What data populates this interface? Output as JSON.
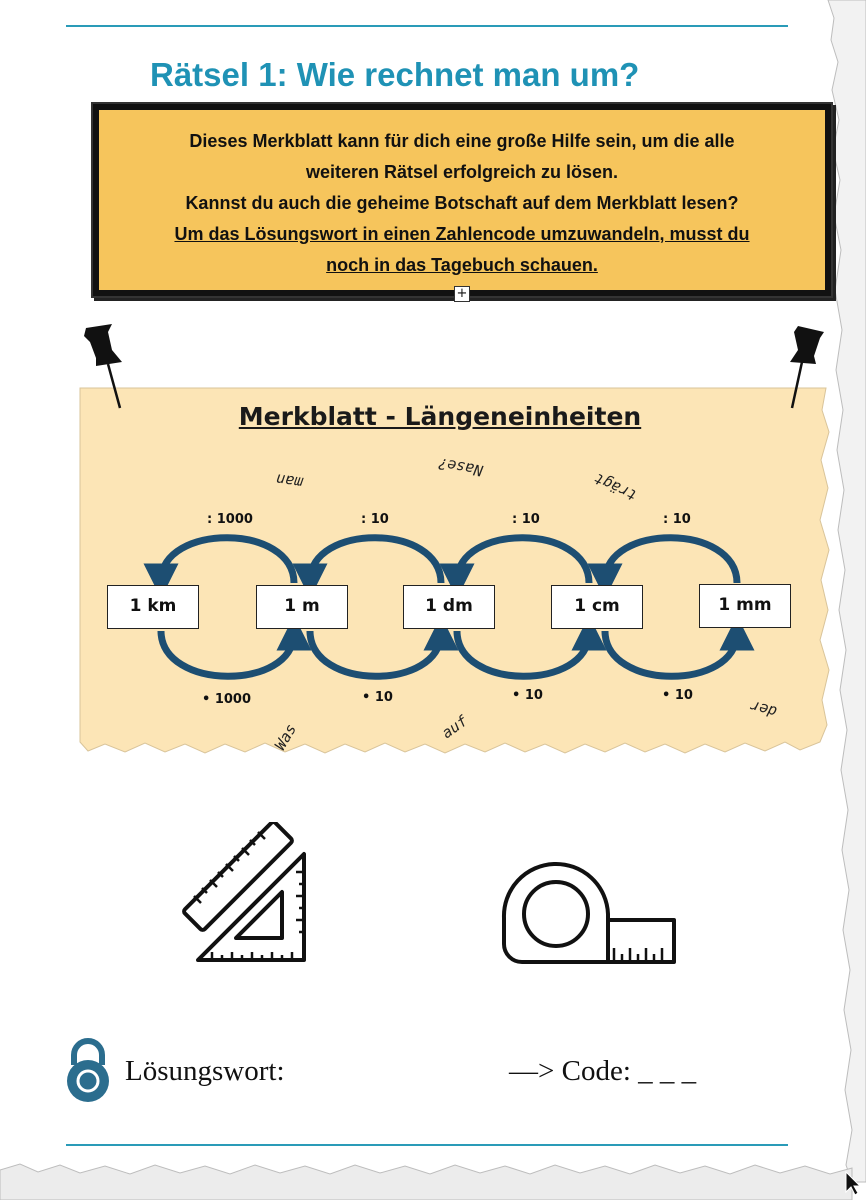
{
  "title": "Rätsel 1: Wie rechnet man um?",
  "info": {
    "line1": "Dieses Merkblatt kann für dich eine große Hilfe sein, um die alle",
    "line2": "weiteren Rätsel erfolgreich zu lösen.",
    "line3": "Kannst du auch die geheime Botschaft auf dem Merkblatt lesen?",
    "line4": "Um das Lösungswort in einen Zahlencode umzuwandeln, musst du",
    "line5": "noch in das Tagebuch schauen."
  },
  "expand_symbol": "+",
  "merkblatt": {
    "title": "Merkblatt - Längeneinheiten",
    "units": [
      "1 km",
      "1 m",
      "1 dm",
      "1 cm",
      "1 mm"
    ],
    "divide_labels": [
      ": 1000",
      ": 10",
      ": 10",
      ": 10"
    ],
    "multiply_labels": [
      "• 1000",
      "• 10",
      "• 10",
      "• 10"
    ],
    "secret_words": [
      "man",
      "Nase?",
      "trägt",
      "Was",
      "auf",
      "der"
    ]
  },
  "icons": {
    "lock": "lock-icon",
    "ruler": "ruler-set-square-icon",
    "tape": "tape-measure-icon",
    "pin": "pushpin-icon"
  },
  "footer": {
    "solution_label": "Lösungswort:",
    "code_label": "—> Code: _ _ _"
  },
  "colors": {
    "title": "#1f92b5",
    "info_bg": "#f6c55c",
    "sheet_bg": "#fce5b6",
    "arrow": "#1d4e72",
    "lock": "#2b6d8e"
  }
}
